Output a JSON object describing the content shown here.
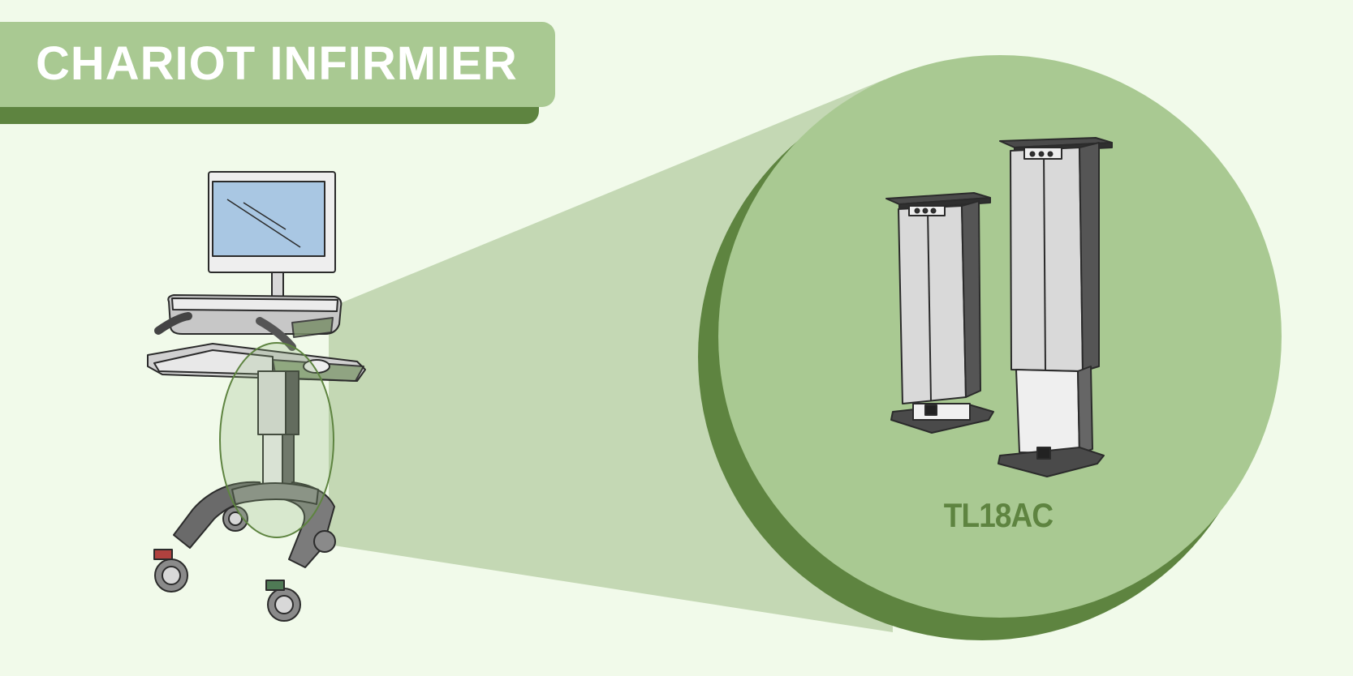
{
  "header": {
    "title": "CHARIOT INFIRMIER"
  },
  "product": {
    "name": "TL18AC"
  },
  "colors": {
    "background": "#f1faea",
    "banner": "#a9c992",
    "banner_shadow": "#5e8440",
    "circle": "#a9c992",
    "circle_shadow": "#5e8440",
    "zoom_cone": "#c4d8b4",
    "screen": "#a9c7e3"
  },
  "icons": [
    "medical-cart-illustration",
    "lifting-column-icon",
    "zoom-highlight-ellipse"
  ]
}
